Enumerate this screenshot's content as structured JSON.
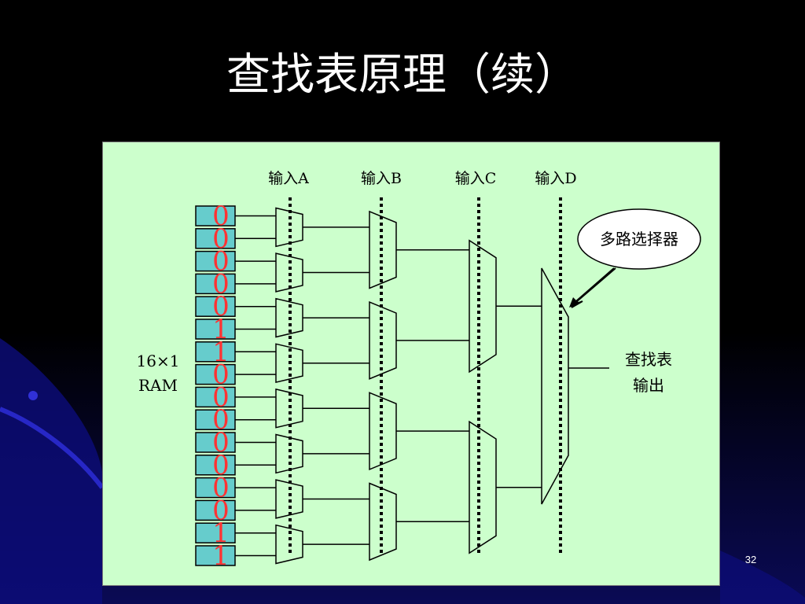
{
  "title": "查找表原理（续）",
  "inputs": [
    {
      "label": "输入A"
    },
    {
      "label": "输入B"
    },
    {
      "label": "输入C"
    },
    {
      "label": "输入D"
    }
  ],
  "ram_label_line1": "16×1",
  "ram_label_line2": "RAM",
  "ram_bits": [
    "0",
    "0",
    "0",
    "0",
    "0",
    "1",
    "1",
    "0",
    "0",
    "0",
    "0",
    "0",
    "0",
    "0",
    "1",
    "1"
  ],
  "mux_callout": "多路选择器",
  "output_label_line1": "查找表",
  "output_label_line2": "输出",
  "page_number": "32",
  "colors": {
    "panel_bg": "#ccffcc",
    "ram_cell": "#66cccc",
    "bit_text": "#ff3333",
    "background_top": "#000000",
    "background_accent": "#1a1aa8"
  }
}
